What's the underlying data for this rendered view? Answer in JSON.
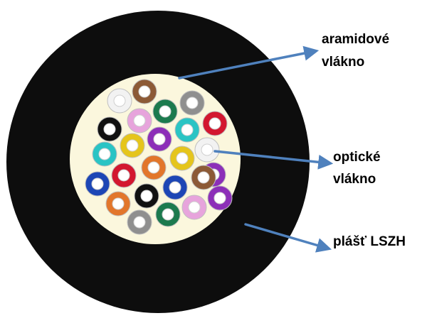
{
  "labels": {
    "aramid_line1": "aramidové",
    "aramid_line2": "vlákno",
    "fiber_line1": "optické",
    "fiber_line2": "vlákno",
    "jacket": "plášť LSZH"
  },
  "colors": {
    "jacket": "#0d0d0d",
    "aramid_filler": "#fbf7dd",
    "arrow": "#4f81bd",
    "fiber_core": "#ffffff"
  },
  "fibers": [
    {
      "color": "brown",
      "hex": "#8c5a36"
    },
    {
      "color": "white",
      "hex": "#f2f2f2"
    },
    {
      "color": "gray",
      "hex": "#8f8f8f"
    },
    {
      "color": "pink",
      "hex": "#e7a4dc"
    },
    {
      "color": "green",
      "hex": "#1c7a4e"
    },
    {
      "color": "black",
      "hex": "#111111"
    },
    {
      "color": "violet",
      "hex": "#8c2fb8"
    },
    {
      "color": "aqua",
      "hex": "#2ac4c4"
    },
    {
      "color": "red",
      "hex": "#d3172f"
    },
    {
      "color": "aqua",
      "hex": "#2ac4c4"
    },
    {
      "color": "yellow",
      "hex": "#e5c51c"
    },
    {
      "color": "violet",
      "hex": "#8c2fb8"
    },
    {
      "color": "yellow",
      "hex": "#e5c51c"
    },
    {
      "color": "white",
      "hex": "#f2f2f2"
    },
    {
      "color": "blue",
      "hex": "#1d46b5"
    },
    {
      "color": "red",
      "hex": "#d3172f"
    },
    {
      "color": "orange",
      "hex": "#e2762b"
    },
    {
      "color": "blue",
      "hex": "#1d46b5"
    },
    {
      "color": "brown",
      "hex": "#8c5a36"
    },
    {
      "color": "black",
      "hex": "#111111"
    },
    {
      "color": "violet",
      "hex": "#8c2fb8"
    },
    {
      "color": "orange",
      "hex": "#e2762b"
    },
    {
      "color": "pink",
      "hex": "#e7a4dc"
    },
    {
      "color": "green",
      "hex": "#1c7a4e"
    },
    {
      "color": "gray",
      "hex": "#8f8f8f"
    }
  ]
}
